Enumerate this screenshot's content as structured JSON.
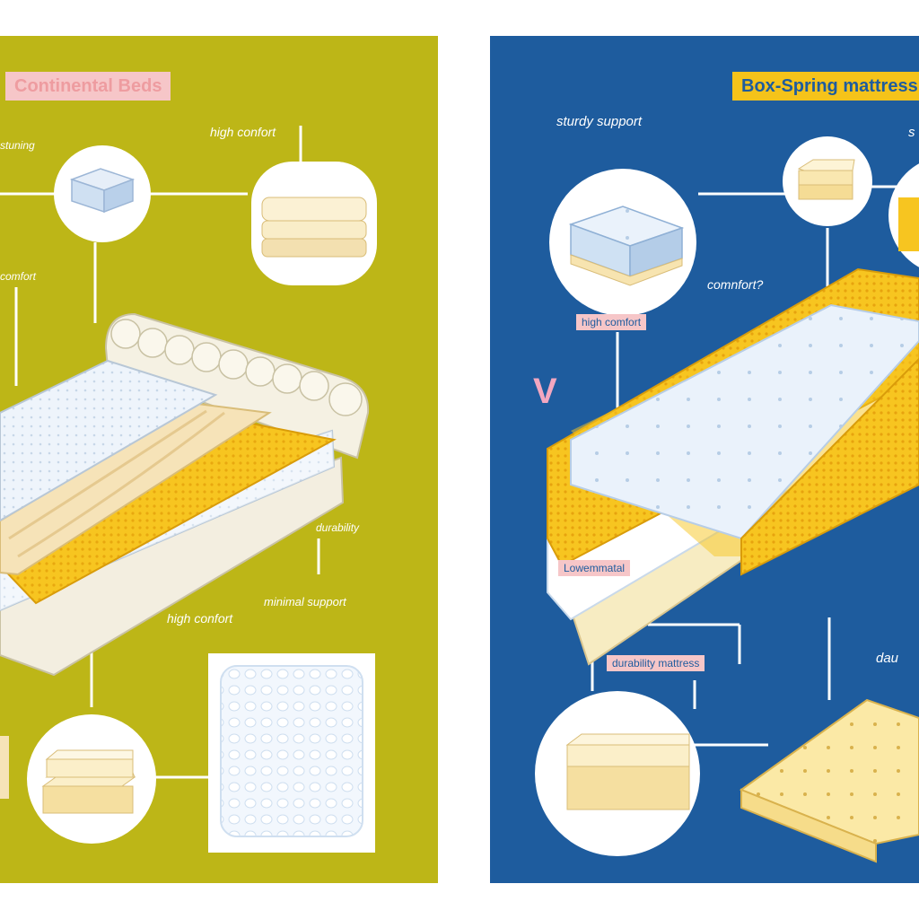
{
  "colors": {
    "left_background": "#bdb617",
    "right_background": "#1e5c9e",
    "title_tag_pink": "#f6c6c8",
    "title_tag_yellow": "#f5c31a",
    "callout_white": "#ffffff",
    "foam_yellow": "#f7c520",
    "cream": "#f7ecc2"
  },
  "left": {
    "title": "Continental Beds",
    "labels": {
      "top_left": "stuning",
      "top_right": "high confort",
      "mid_left": "comfort",
      "right_a": "durability",
      "right_b": "minimal support",
      "bottom": "high confort"
    }
  },
  "right": {
    "title": "Box-Spring mattress",
    "letter": "V",
    "labels": {
      "top": "sturdy support",
      "top_edge": "s",
      "comfort": "comnfort?",
      "high_comfort": "high comfort",
      "lower_left": "Lowemmatal",
      "lower_mid": "durability mattress",
      "lower_right": "dau"
    }
  },
  "icons": [
    "mattress-icon",
    "foam-stack-icon",
    "bed-illustration",
    "foam-pad-icon",
    "memory-foam-texture-icon",
    "topper-icon"
  ]
}
